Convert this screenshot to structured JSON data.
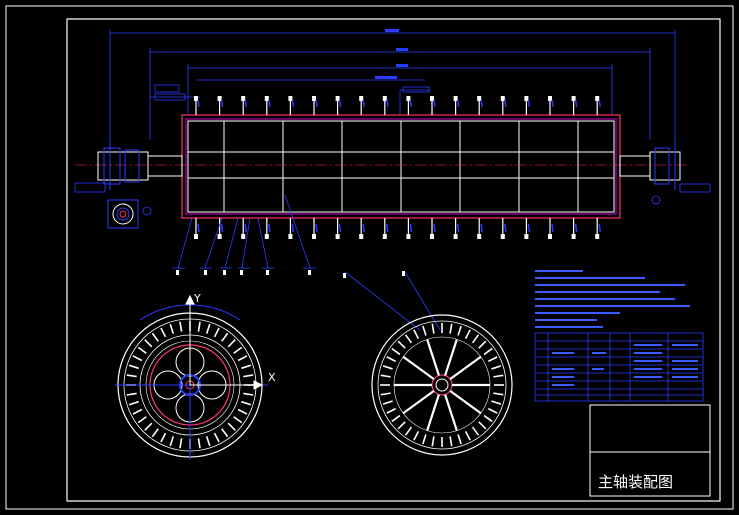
{
  "drawing": {
    "title": "主轴装配图",
    "axis_label_x": "X",
    "axis_label_y": "Y",
    "colors": {
      "background": "#000000",
      "frame": "#ffffff",
      "dimension": "#2a3cff",
      "shaft": "#ffffff",
      "highlight": "#ff3366",
      "accent": "#ff00ff",
      "annotation": "#3b5bff"
    }
  }
}
